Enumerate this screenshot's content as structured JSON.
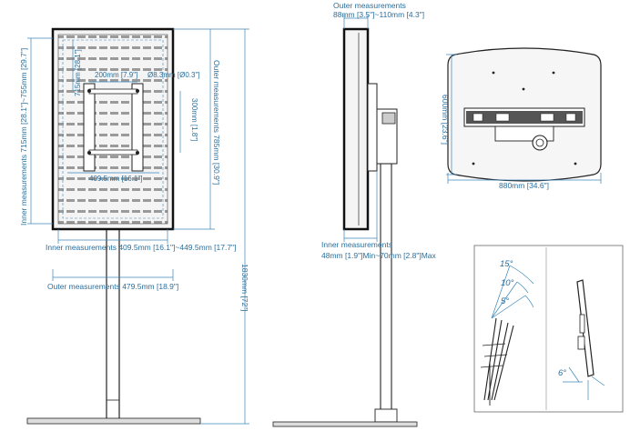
{
  "colors": {
    "dimension": "#2a6f9e",
    "outline": "#222222",
    "panel": "#f2f2f2"
  },
  "front_view": {
    "inner_height": "Inner measurements 715mm [28.1\"]~755mm [29.7\"]",
    "outer_height": "Outer measurements 785mm [30.9\"]",
    "total_height": "1830mm [72\"]",
    "inner_width": "Inner measurements 409.5mm [16.1\"]~449.5mm [17.7\"]",
    "outer_width": "Outer measurements 479.5mm [18.9\"]",
    "vesa_h": "200mm [7.9\"]",
    "hole_d": "Ø8.3mm [Ø0.3\"]",
    "vesa_v": "300mm [1.8\"]",
    "bracket_h": "715mm [28.1\"]",
    "bracket_w": "409.5mm [16.1\"]"
  },
  "side_view": {
    "outer_title": "Outer measurements",
    "outer_depth": "88mm [3.5\"]~110mm [4.3\"]",
    "inner_title": "Inner measurements",
    "inner_depth": "48mm [1.9\"]Min~70mm [2.8\"]Max"
  },
  "base_view": {
    "depth": "600mm [23.6\"]",
    "width": "880mm [34.6\"]"
  },
  "tilt_view": {
    "angles": [
      "15°",
      "10°",
      "5°"
    ],
    "side_angle": "6°"
  }
}
